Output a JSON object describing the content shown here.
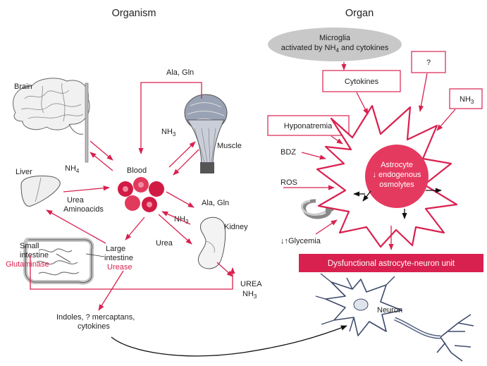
{
  "headers": {
    "organism": "Organism",
    "organ": "Organ"
  },
  "organism": {
    "brain": "Brain",
    "nh4": "NH",
    "nh4_sub": "4",
    "liver": "Liver",
    "blood": "Blood",
    "ala_gln_top": "Ala, Gln",
    "nh3_muscle": "NH",
    "nh3_muscle_sub": "3",
    "muscle": "Muscle",
    "urea_aminoacids_1": "Urea",
    "urea_aminoacids_2": "Aminoacids",
    "ala_gln_right": "Ala, Gln",
    "nh3_kidney": "NH",
    "nh3_kidney_sub": "3",
    "kidney": "Kidney",
    "urea_kidney": "Urea",
    "small_intestine_1": "Small",
    "small_intestine_2": "intestine",
    "glutaminase": "Glutaminase",
    "large_intestine_1": "Large",
    "large_intestine_2": "intestine",
    "urease": "Urease",
    "urea_out": "UREA",
    "nh3_out": "NH",
    "nh3_out_sub": "3",
    "indoles_1": "Indoles, ? mercaptans,",
    "indoles_2": "cytokines"
  },
  "organ": {
    "microglia_1": "Microglia",
    "microglia_2": "activated by NH",
    "microglia_2_sub": "4",
    "microglia_2_end": " and cytokines",
    "cytokines": "Cytokines",
    "question": "?",
    "nh3": "NH",
    "nh3_sub": "3",
    "hyponatremia": "Hyponatremia",
    "bdz": "BDZ",
    "ros": "ROS",
    "glycemia_arrows": "↓↑",
    "glycemia": "Glycemia",
    "astrocyte_1": "Astrocyte",
    "astrocyte_2": "↓ endogenous",
    "astrocyte_3": "osmolytes",
    "dysfunctional": "Dysfunctional astrocyte-neuron unit",
    "neuron": "Neuron"
  },
  "colors": {
    "accent": "#d8214f",
    "cell_fill": "#e53a5f",
    "microglia": "#c8c8c8"
  }
}
